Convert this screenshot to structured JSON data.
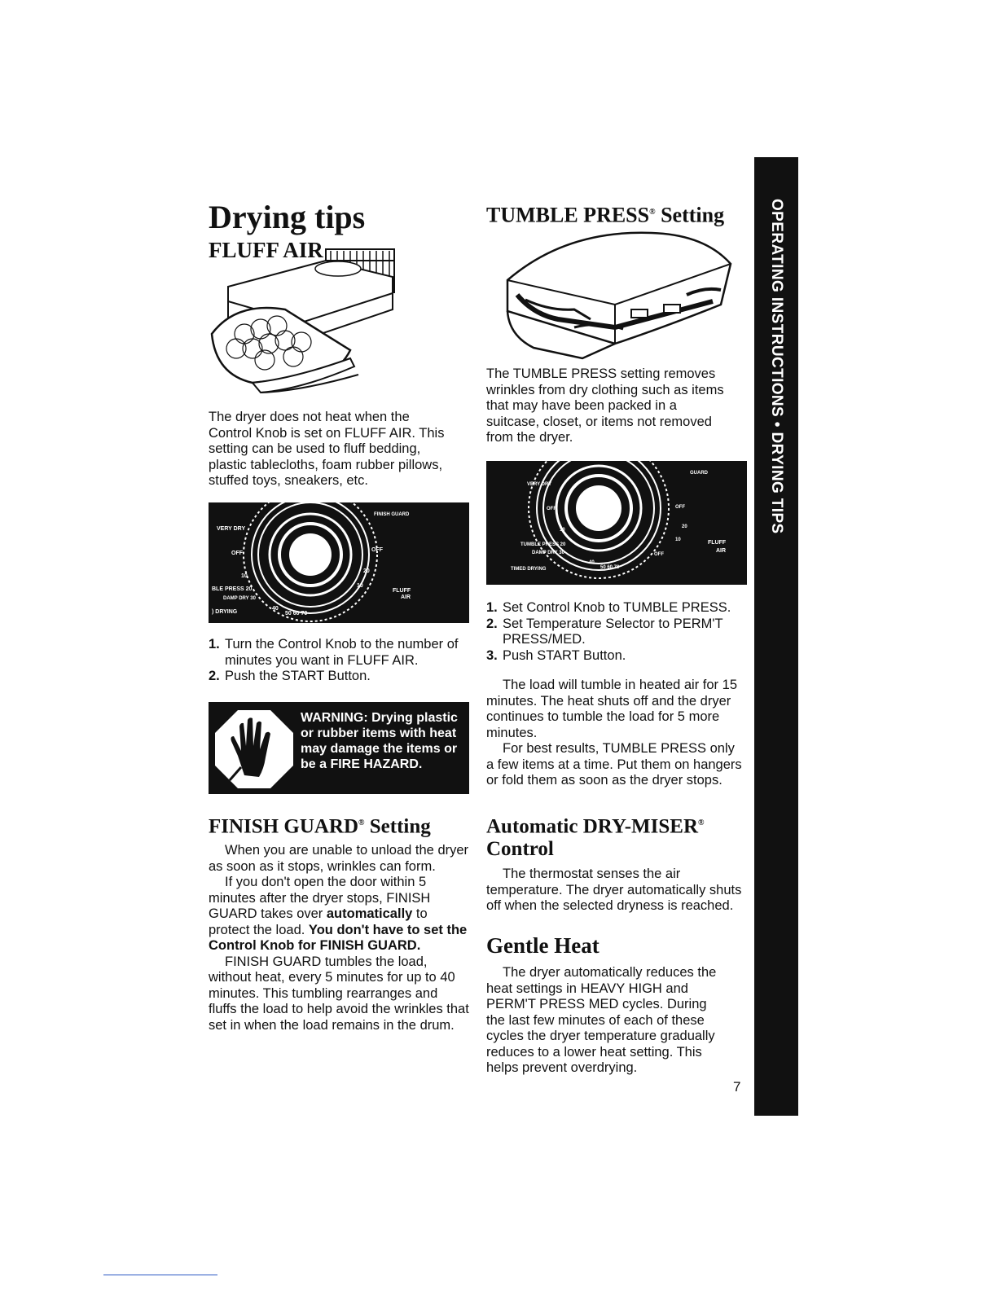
{
  "page_title": "Drying tips",
  "fluff_air": {
    "heading": "FLUFF AIR",
    "body": "The dryer does not heat when the Control Knob is set on FLUFF AIR. This setting can be used to fluff bedding, plastic tablecloths, foam rubber pillows, stuffed toys, sneakers, etc.",
    "steps": [
      {
        "num": "1.",
        "text": "Turn the Control Knob to the number of minutes you want in FLUFF AIR."
      },
      {
        "num": "2.",
        "text": "Push the START Button."
      }
    ],
    "dial": {
      "labels": {
        "very_dry": "VERY DRY",
        "off_left": "OFF",
        "ten_left": "10",
        "tumble_press": "BLE PRESS 20",
        "damp_dry": "DAMP DRY 30",
        "timed_drying": ") DRYING",
        "finish_guard": "FINISH GUARD",
        "off_right": "OFF",
        "twenty": "20",
        "ten_right": "10",
        "fluff": "FLUFF",
        "air": "AIR",
        "forty": "40",
        "fifty_sixty_seventy": "50  60  70"
      }
    }
  },
  "warning": {
    "text": "WARNING: Drying plastic or rubber items with heat may damage the items or be a FIRE HAZARD.",
    "icon": "hand-warning-icon"
  },
  "finish_guard": {
    "heading": "FINISH GUARD",
    "heading_mark": "®",
    "heading_suffix": "Setting",
    "p1": "When you are unable to unload the dryer as soon as it stops, wrinkles can form.",
    "p2_start": "If you don't open the door within 5 minutes after the dryer stops, FINISH GUARD takes over ",
    "p2_bold1": "automatically",
    "p2_mid": " to protect the load. ",
    "p2_bold2": "You don't have to set the Control Knob for FINISH GUARD.",
    "p3": "FINISH GUARD tumbles the load, without heat, every 5 minutes for up to 40 minutes. This tumbling rearranges and fluffs the load to help avoid the wrinkles that set in when the load remains in the drum."
  },
  "tumble_press": {
    "heading": "TUMBLE PRESS",
    "heading_mark": "®",
    "heading_suffix": "Setting",
    "body": "The TUMBLE PRESS setting removes wrinkles from dry clothing such as items that may have been packed in a suitcase, closet, or items not removed from the dryer.",
    "steps": [
      {
        "num": "1.",
        "text": "Set Control Knob to TUMBLE PRESS."
      },
      {
        "num": "2.",
        "text": "Set Temperature Selector to PERM'T PRESS/MED."
      },
      {
        "num": "3.",
        "text": "Push START Button."
      }
    ],
    "p2": "The load will tumble in heated air for 15 minutes. The heat shuts off and the dryer continues to tumble the load for 5 more minutes.",
    "p3": "For best results, TUMBLE PRESS only a few items at a time. Put them on hangers or fold them as soon as the dryer stops.",
    "dial": {
      "labels": {
        "very_dry": "VERY DRY",
        "off_left": "OFF",
        "ten_left": "10",
        "tumble_press": "TUMBLE PRESS 20",
        "damp_dry": "DAMP DRY 30",
        "timed_drying": "TIMED DRYING",
        "guard": "GUARD",
        "off_right": "OFF",
        "twenty": "20",
        "ten_right": "10",
        "off_bottom": "OFF",
        "fluff": "FLUFF",
        "air": "AIR",
        "forty": "40",
        "fifty_sixty_seventy": "50  60  70"
      }
    }
  },
  "dry_miser": {
    "heading_line1": "Automatic DRY-MISER",
    "heading_mark": "®",
    "heading_line2": "Control",
    "body": "The thermostat senses the air temperature. The dryer automatically shuts off when the selected dryness is reached."
  },
  "gentle_heat": {
    "heading": "Gentle Heat",
    "body": "The dryer automatically reduces the heat settings in HEAVY HIGH and PERM'T PRESS MED cycles. During the last few minutes of each of these cycles the dryer temperature gradually reduces to a lower heat setting. This helps prevent overdrying."
  },
  "side_tab": "OPERATING INSTRUCTIONS • DRYING TIPS",
  "page_number": "7"
}
